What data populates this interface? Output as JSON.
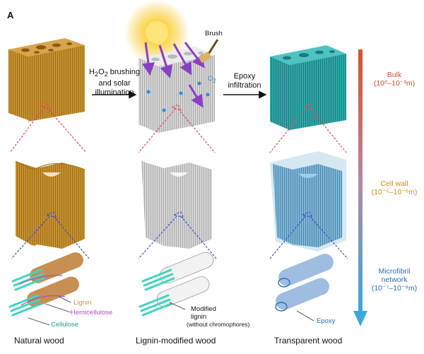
{
  "panel_letter": "A",
  "steps": {
    "step1_line1_pre": "H",
    "step1_line1_sub1": "2",
    "step1_line1_mid": "O",
    "step1_line1_sub2": "2",
    "step1_line1_post": " brushing",
    "step1_line2": "and solar",
    "step1_line3": "illumination",
    "step2_line1": "Epoxy",
    "step2_line2": "infiltration"
  },
  "annotations": {
    "brush": "Brush",
    "o2_base": "O",
    "o2_sub": "2",
    "lignin": "Lignin",
    "hemicellulose": "Hemicellulose",
    "cellulose": "Cellulose",
    "modified_line1": "Modified",
    "modified_line2": "lignin",
    "modified_line3": "(without chromophores)",
    "epoxy": "Epoxy"
  },
  "scales": {
    "bulk_name": "Bulk",
    "bulk_range": "(10⁰–10⁻³m)",
    "cellwall_name": "Cell wall",
    "cellwall_range": "(10⁻⁵–10⁻⁶m)",
    "micro_line1": "Microfibril",
    "micro_line2": "network",
    "micro_range": "(10⁻⁷–10⁻⁹m)"
  },
  "captions": {
    "natural": "Natural wood",
    "modified": "Lignin-modified wood",
    "transparent": "Transparent wood"
  },
  "colors": {
    "natural_wood": "#c8922e",
    "modified_wood": "#cfcfcf",
    "transparent_wood": "#2fa7a8",
    "cellulose": "#3fd4c0",
    "lignin": "#c88f52",
    "hemicellulose": "#b04cc4",
    "bulk_text": "#d9472b",
    "cellwall_text": "#d08a1a",
    "micro_text": "#2d6fb3",
    "sun": "#f7c531",
    "arrow_top": "#e24a2a",
    "arrow_bottom": "#3aa8dc"
  }
}
